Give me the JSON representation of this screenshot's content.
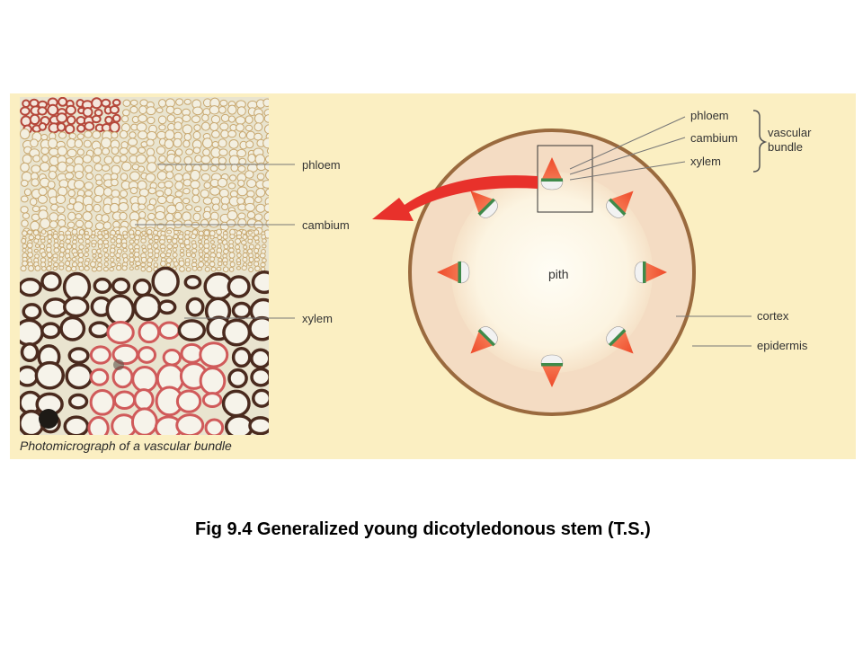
{
  "photo": {
    "caption": "Photomicrograph of a vascular bundle",
    "labels": {
      "phloem": "phloem",
      "cambium": "cambium",
      "xylem": "xylem"
    }
  },
  "stem": {
    "labels": {
      "phloem": "phloem",
      "cambium": "cambium",
      "xylem": "xylem",
      "vascular_bundle_line1": "vascular",
      "vascular_bundle_line2": "bundle",
      "pith": "pith",
      "cortex": "cortex",
      "epidermis": "epidermis"
    },
    "vascular_bundle_count": 8
  },
  "colors": {
    "panel_background": "#fbefc2",
    "cortex": "#f4dcc3",
    "epidermis": "#9a6a3e",
    "pith": "#fdf7e6",
    "xylem": "#f25f3a",
    "cambium": "#3f8a4a",
    "phloem": "#f2f2f2",
    "arrow": "#e8312b"
  },
  "figure_caption": "Fig 9.4 Generalized young dicotyledonous stem (T.S.)"
}
